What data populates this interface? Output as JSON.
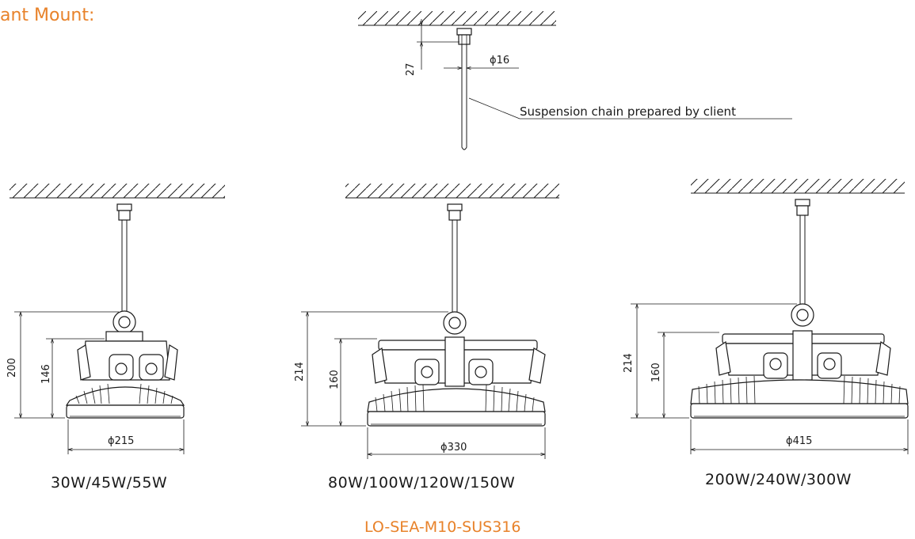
{
  "header": {
    "title": "ant Mount:"
  },
  "detail": {
    "chain_dia": "ϕ16",
    "offset": "27",
    "note": "Suspension chain prepared by client"
  },
  "fixtures": [
    {
      "height_total": "200",
      "height_body": "146",
      "diameter": "ϕ215",
      "wattage": "30W/45W/55W"
    },
    {
      "height_total": "214",
      "height_body": "160",
      "diameter": "ϕ330",
      "wattage": "80W/100W/120W/150W"
    },
    {
      "height_total": "214",
      "height_body": "160",
      "diameter": "ϕ415",
      "wattage": "200W/240W/300W"
    }
  ],
  "footer": {
    "model": "LO-SEA-M10-SUS316"
  },
  "colors": {
    "accent": "#e8822a",
    "line": "#1a1a1a"
  }
}
